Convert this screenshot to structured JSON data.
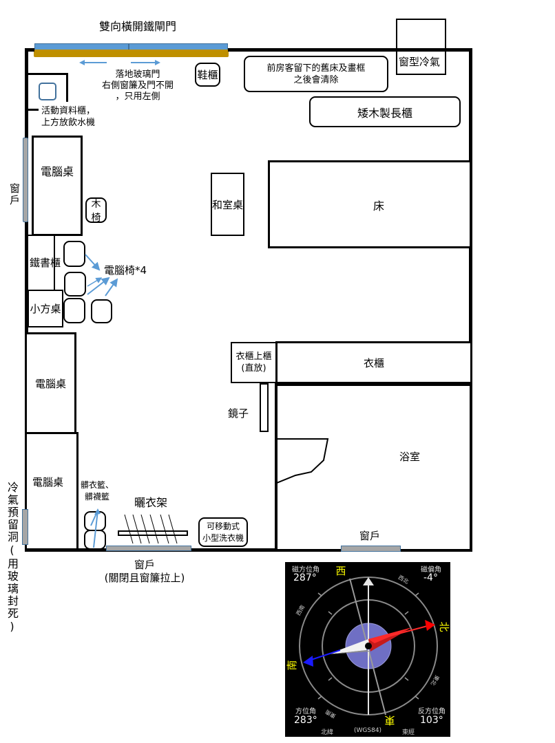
{
  "floorplan": {
    "top_door_label": "雙向橫開鐵閘門",
    "glass_door_note": [
      "落地玻璃門",
      "右側窗簾及門不開",
      "，只用左側"
    ],
    "shoe_cabinet": "鞋櫃",
    "old_bed_note": [
      "前房客留下的舊床及畫框",
      "之後會清除"
    ],
    "window_ac": "窗型冷氣",
    "low_cabinet": "矮木製長櫃",
    "filing_cabinet_note": [
      "活動資料櫃，",
      "上方放飲水機"
    ],
    "left_window": "窗戶",
    "computer_desk_1": "電腦桌",
    "wood_chair": "木椅",
    "japanese_table": "和室桌",
    "bed": "床",
    "iron_bookshelf": "鐵書櫃",
    "computer_chairs": "電腦椅*4",
    "small_square_table": "小方桌",
    "wardrobe_top": [
      "衣櫃上櫃",
      "(直放)"
    ],
    "wardrobe": "衣櫃",
    "mirror": "鏡子",
    "computer_desk_2": "電腦桌",
    "computer_desk_3": "電腦桌",
    "bathroom": "浴室",
    "bathroom_window": "窗戶",
    "laundry_baskets": [
      "髒衣籃、",
      "髒襪籃"
    ],
    "drying_rack": "曬衣架",
    "washer": [
      "可移動式",
      "小型洗衣機"
    ],
    "bottom_window": [
      "窗戶",
      "(關閉且窗簾拉上)"
    ],
    "ac_hole_note": "冷氣預留洞(用玻璃封死)"
  },
  "compass": {
    "magnetic_azimuth_label": "磁方位角",
    "magnetic_azimuth_value": "287°",
    "declination_label": "磁偏角",
    "declination_value": "-4°",
    "azimuth_label": "方位角",
    "azimuth_value": "283°",
    "back_azimuth_label": "反方位角",
    "back_azimuth_value": "103°",
    "footer_lat": "北緯",
    "footer_datum": "(WGS84)",
    "footer_lon": "東經",
    "cardinals": {
      "north": "北",
      "south": "南",
      "east": "東",
      "west": "西"
    },
    "intercardinals": {
      "nw": "西北",
      "sw": "西南",
      "ne": "東北",
      "se": "東南"
    },
    "colors": {
      "background": "#000000",
      "cardinal": "#ffff00",
      "north_needle": "#ff0000",
      "south_needle": "#1a1aff",
      "center_disc": "#7b7bd6"
    }
  },
  "colors": {
    "gate_blue": "#5b9bd5",
    "gate_gold": "#bf9000",
    "window_gray": "#a6a6a6",
    "arrow_blue": "#5b9bd5"
  }
}
